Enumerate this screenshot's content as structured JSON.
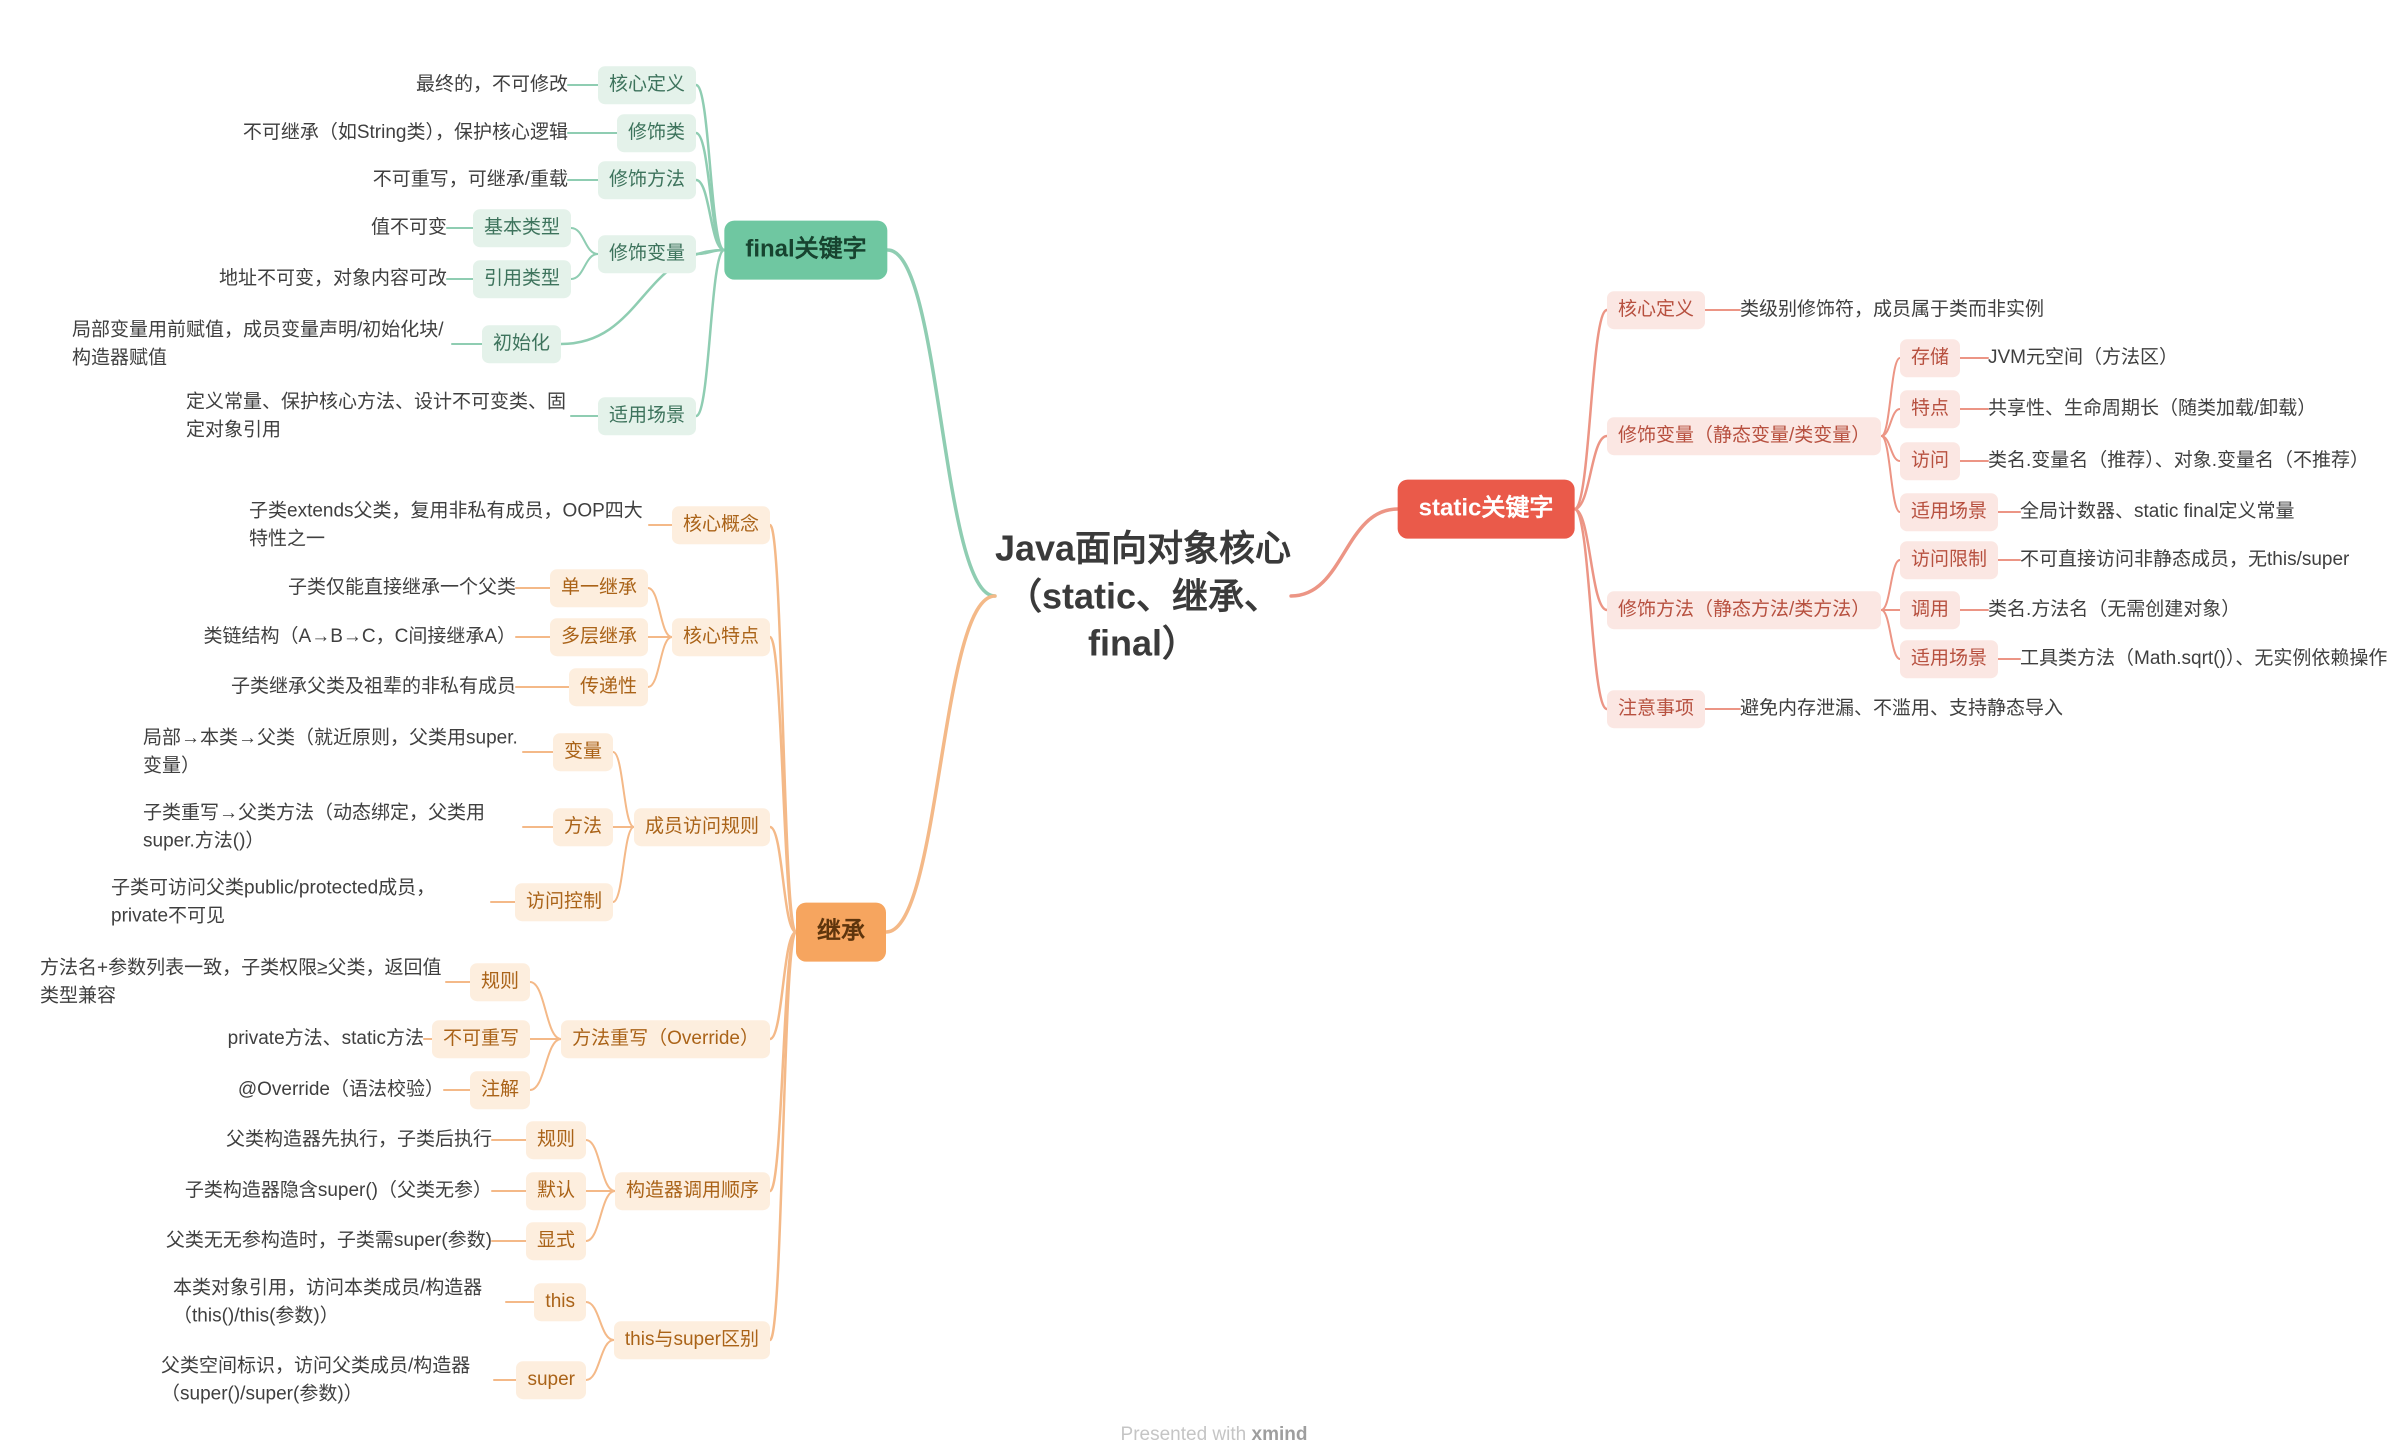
{
  "central": {
    "title": "Java面向对象核心\n（static、继承、\nfinal）"
  },
  "colors": {
    "final_branch": "#6fc7a1",
    "static_branch": "#ea5a4a",
    "inherit_branch": "#f6a55f",
    "final_line": "#8fcdb2",
    "static_line": "#ec9585",
    "inherit_line": "#f4b988"
  },
  "final": {
    "label": "final关键字",
    "core": {
      "label": "核心定义",
      "leaf": "最终的，不可修改"
    },
    "cls": {
      "label": "修饰类",
      "leaf": "不可继承（如String类），保护核心逻辑"
    },
    "method": {
      "label": "修饰方法",
      "leaf": "不可重写，可继承/重载"
    },
    "variable": {
      "label": "修饰变量",
      "basic": {
        "label": "基本类型",
        "leaf": "值不可变"
      },
      "ref": {
        "label": "引用类型",
        "leaf": "地址不可变，对象内容可改"
      }
    },
    "init": {
      "label": "初始化",
      "leaf": "局部变量用前赋值，成员变量声明/初始化块/构造器赋值"
    },
    "scene": {
      "label": "适用场景",
      "leaf": "定义常量、保护核心方法、设计不可变类、固定对象引用"
    }
  },
  "static": {
    "label": "static关键字",
    "core": {
      "label": "核心定义",
      "leaf": "类级别修饰符，成员属于类而非实例"
    },
    "variable": {
      "label": "修饰变量（静态变量/类变量）",
      "storage": {
        "label": "存储",
        "leaf": "JVM元空间（方法区）"
      },
      "feature": {
        "label": "特点",
        "leaf": "共享性、生命周期长（随类加载/卸载）"
      },
      "access": {
        "label": "访问",
        "leaf": "类名.变量名（推荐）、对象.变量名（不推荐）"
      },
      "scene": {
        "label": "适用场景",
        "leaf": "全局计数器、static final定义常量"
      }
    },
    "method": {
      "label": "修饰方法（静态方法/类方法）",
      "restrict": {
        "label": "访问限制",
        "leaf": "不可直接访问非静态成员，无this/super"
      },
      "call": {
        "label": "调用",
        "leaf": "类名.方法名（无需创建对象）"
      },
      "scene": {
        "label": "适用场景",
        "leaf": "工具类方法（Math.sqrt()）、无实例依赖操作"
      }
    },
    "note": {
      "label": "注意事项",
      "leaf": "避免内存泄漏、不滥用、支持静态导入"
    }
  },
  "inherit": {
    "label": "继承",
    "concept": {
      "label": "核心概念",
      "leaf": "子类extends父类，复用非私有成员，OOP四大特性之一"
    },
    "traits": {
      "label": "核心特点",
      "single": {
        "label": "单一继承",
        "leaf": "子类仅能直接继承一个父类"
      },
      "multi": {
        "label": "多层继承",
        "leaf": "类链结构（A→B→C，C间接继承A）"
      },
      "trans": {
        "label": "传递性",
        "leaf": "子类继承父类及祖辈的非私有成员"
      }
    },
    "access": {
      "label": "成员访问规则",
      "variable": {
        "label": "变量",
        "leaf": "局部→本类→父类（就近原则，父类用super.变量）"
      },
      "method": {
        "label": "方法",
        "leaf": "子类重写→父类方法（动态绑定，父类用super.方法()）"
      },
      "control": {
        "label": "访问控制",
        "leaf": "子类可访问父类public/protected成员，private不可见"
      }
    },
    "override": {
      "label": "方法重写（Override）",
      "rule": {
        "label": "规则",
        "leaf": "方法名+参数列表一致，子类权限≥父类，返回值类型兼容"
      },
      "non": {
        "label": "不可重写",
        "leaf": "private方法、static方法"
      },
      "anno": {
        "label": "注解",
        "leaf": "@Override（语法校验）"
      }
    },
    "ctor": {
      "label": "构造器调用顺序",
      "rule": {
        "label": "规则",
        "leaf": "父类构造器先执行，子类后执行"
      },
      "default": {
        "label": "默认",
        "leaf": "子类构造器隐含super()（父类无参）"
      },
      "explicit": {
        "label": "显式",
        "leaf": "父类无无参构造时，子类需super(参数)"
      }
    },
    "thissuper": {
      "label": "this与super区别",
      "this": {
        "label": "this",
        "leaf": "本类对象引用，访问本类成员/构造器（this()/this(参数)）"
      },
      "super": {
        "label": "super",
        "leaf": "父类空间标识，访问父类成员/构造器（super()/super(参数)）"
      }
    }
  },
  "footer": {
    "prefix": "Presented with",
    "brand": "xmind"
  }
}
